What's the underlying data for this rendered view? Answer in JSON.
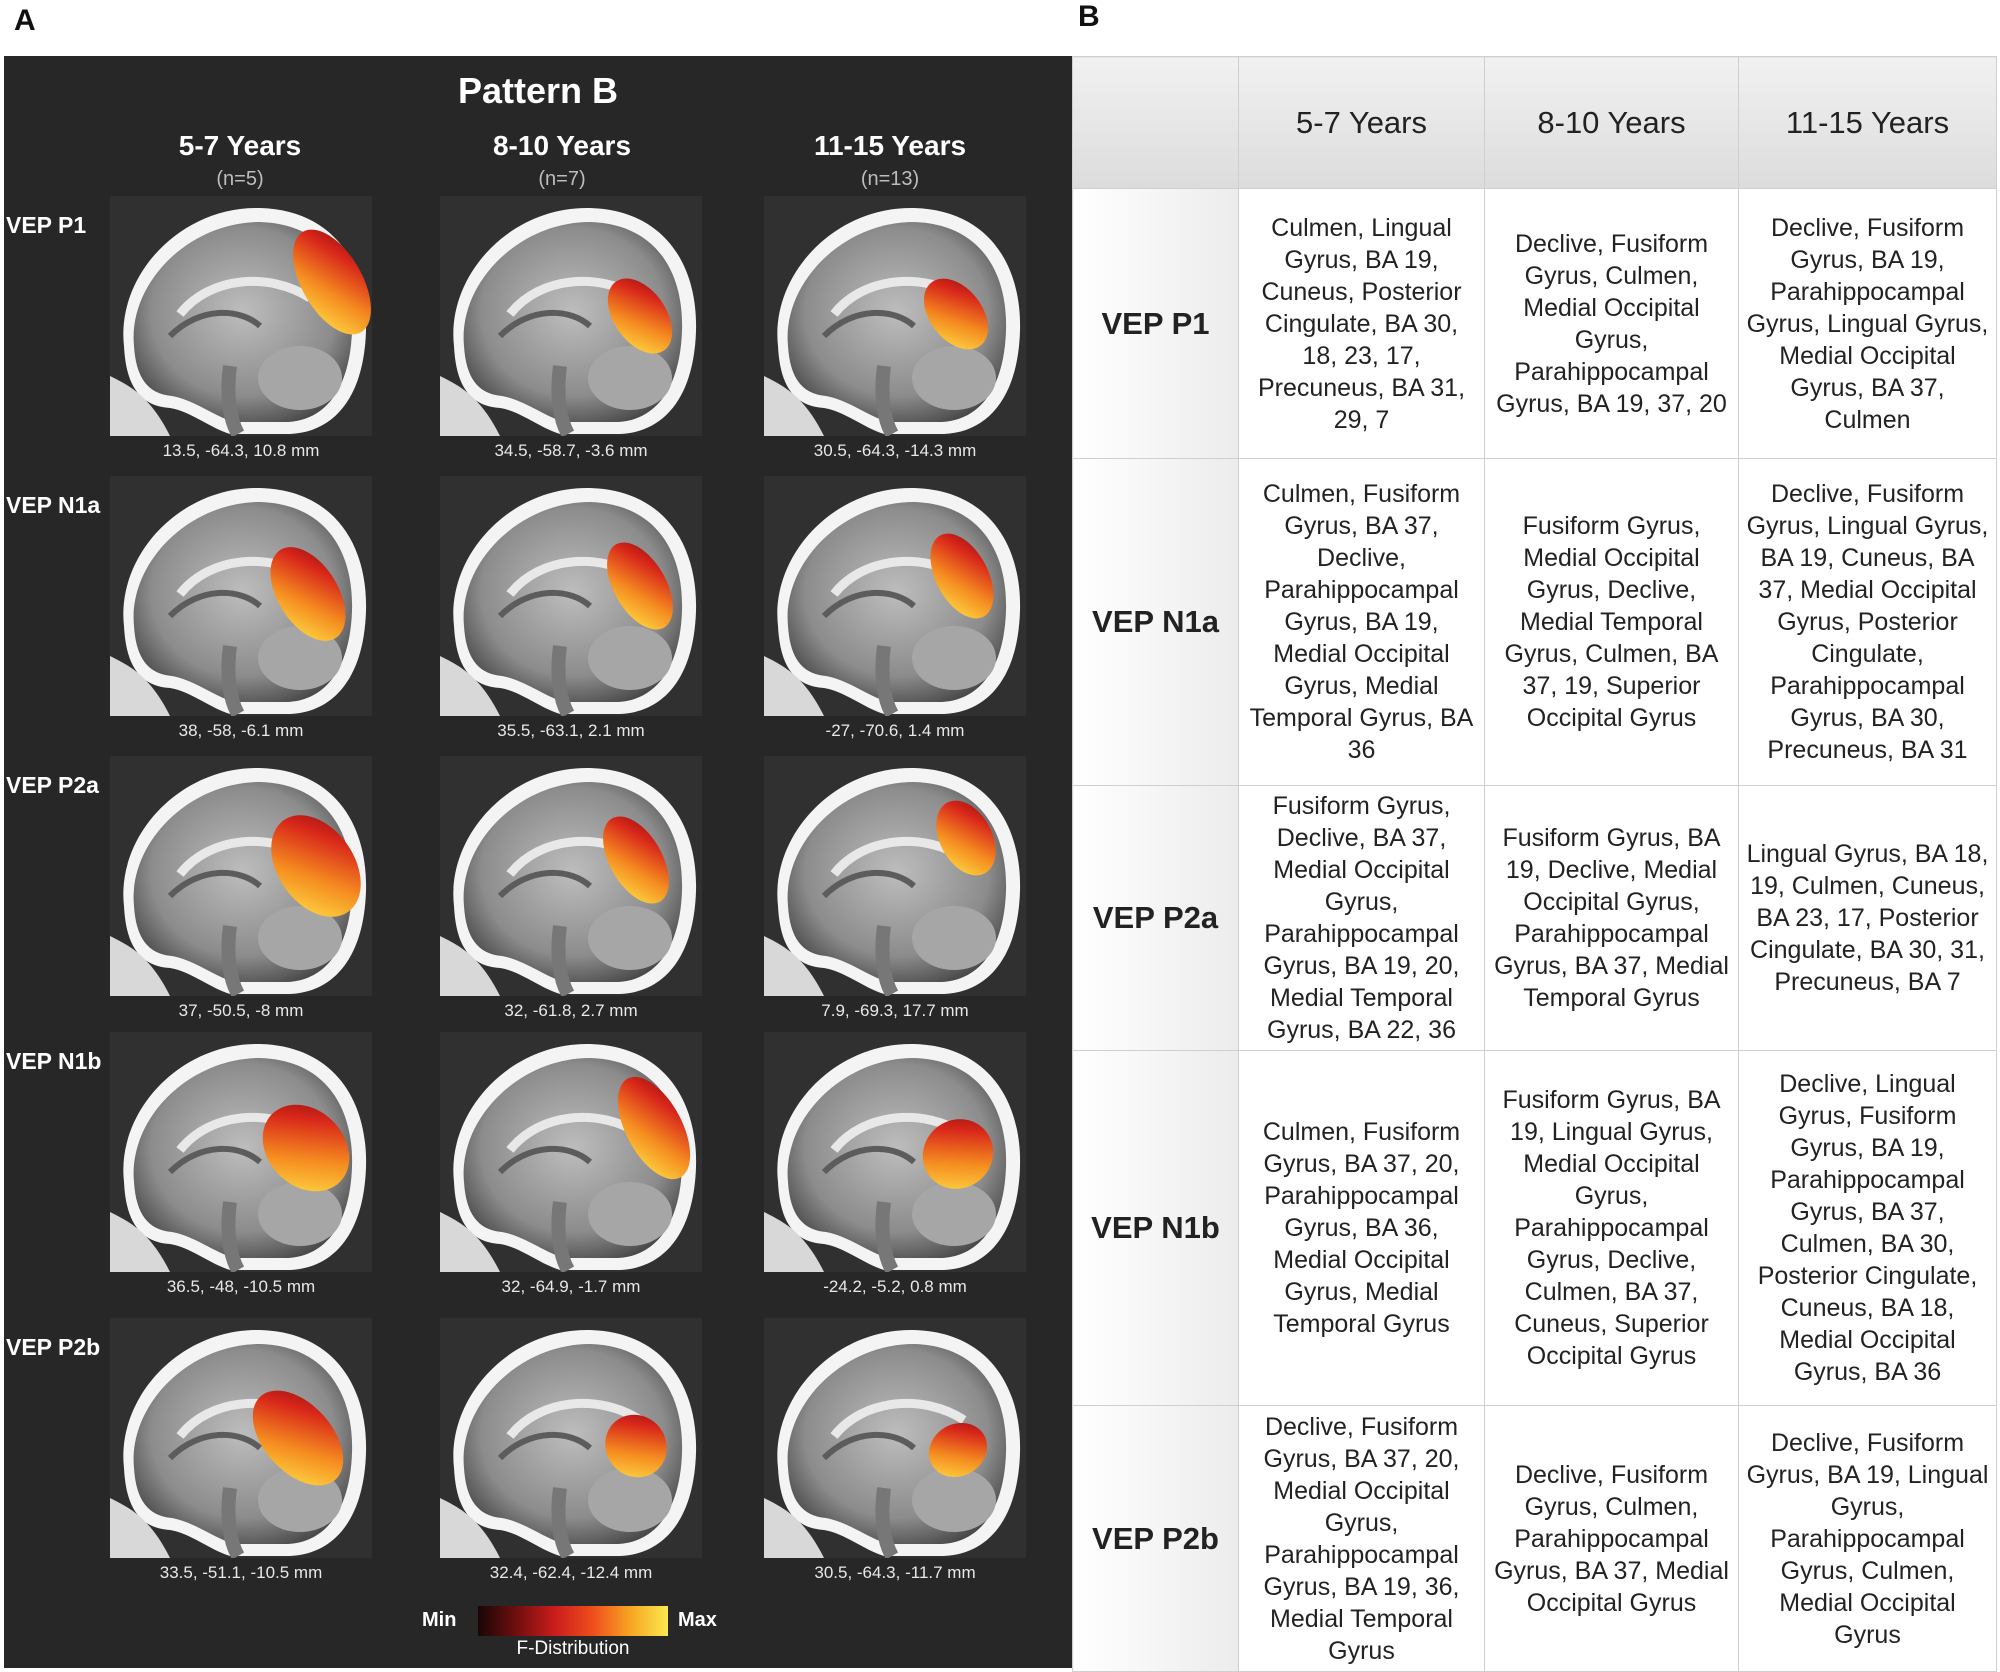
{
  "panel_a_label": "A",
  "panel_b_label": "B",
  "panel_a": {
    "title": "Pattern B",
    "age_groups": [
      {
        "label": "5-7 Years",
        "n": "(n=5)"
      },
      {
        "label": "8-10 Years",
        "n": "(n=7)"
      },
      {
        "label": "11-15 Years",
        "n": "(n=13)"
      }
    ],
    "rows": [
      {
        "label": "VEP P1",
        "coords": [
          "13.5, -64.3, 10.8 mm",
          "34.5, -58.7, -3.6 mm",
          "30.5, -64.3, -14.3 mm"
        ]
      },
      {
        "label": "VEP N1a",
        "coords": [
          "38, -58, -6.1 mm",
          "35.5, -63.1, 2.1 mm",
          "-27, -70.6, 1.4 mm"
        ]
      },
      {
        "label": "VEP P2a",
        "coords": [
          "37, -50.5, -8 mm",
          "32, -61.8, 2.7 mm",
          "7.9, -69.3, 17.7 mm"
        ]
      },
      {
        "label": "VEP N1b",
        "coords": [
          "36.5, -48, -10.5 mm",
          "32, -64.9, -1.7 mm",
          "-24.2, -5.2, 0.8 mm"
        ]
      },
      {
        "label": "VEP P2b",
        "coords": [
          "33.5, -51.1, -10.5 mm",
          "32.4, -62.4, -12.4 mm",
          "30.5, -64.3, -11.7 mm"
        ]
      }
    ],
    "colorbar": {
      "min": "Min",
      "max": "Max",
      "label": "F-Distribution"
    }
  },
  "panel_b": {
    "columns": [
      "5-7 Years",
      "8-10 Years",
      "11-15 Years"
    ],
    "rows": [
      {
        "label": "VEP P1",
        "cells": [
          "Culmen, Lingual Gyrus, BA 19, Cuneus, Posterior Cingulate, BA 30, 18, 23, 17, Precuneus, BA 31, 29, 7",
          "Declive, Fusiform Gyrus, Culmen, Medial Occipital Gyrus, Parahippocampal Gyrus, BA 19, 37, 20",
          "Declive, Fusiform Gyrus, BA 19, Parahippocampal Gyrus, Lingual Gyrus, Medial Occipital Gyrus, BA 37, Culmen"
        ]
      },
      {
        "label": "VEP N1a",
        "cells": [
          "Culmen, Fusiform Gyrus, BA 37, Declive, Parahippocampal Gyrus, BA 19, Medial Occipital Gyrus, Medial Temporal Gyrus, BA 36",
          "Fusiform Gyrus, Medial Occipital Gyrus, Declive, Medial Temporal Gyrus, Culmen, BA 37, 19, Superior Occipital Gyrus",
          "Declive, Fusiform Gyrus, Lingual Gyrus, BA 19, Cuneus, BA 37, Medial Occipital Gyrus, Posterior Cingulate, Parahippocampal Gyrus, BA 30, Precuneus, BA 31"
        ]
      },
      {
        "label": "VEP P2a",
        "cells": [
          "Fusiform Gyrus, Declive, BA 37, Medial Occipital Gyrus, Parahippocampal Gyrus, BA 19, 20, Medial Temporal Gyrus, BA 22, 36",
          "Fusiform Gyrus, BA 19, Declive, Medial Occipital Gyrus, Parahippocampal Gyrus, BA 37, Medial Temporal Gyrus",
          "Lingual Gyrus, BA 18, 19, Culmen, Cuneus, BA 23, 17, Posterior Cingulate, BA 30, 31, Precuneus, BA 7"
        ]
      },
      {
        "label": "VEP N1b",
        "cells": [
          "Culmen, Fusiform Gyrus, BA 37, 20, Parahippocampal Gyrus, BA 36, Medial Occipital Gyrus, Medial Temporal Gyrus",
          "Fusiform Gyrus, BA 19, Lingual Gyrus, Medial Occipital Gyrus, Parahippocampal Gyrus, Declive, Culmen, BA 37, Cuneus, Superior Occipital Gyrus",
          "Declive, Lingual Gyrus, Fusiform Gyrus, BA 19, Parahippocampal Gyrus, BA 37, Culmen, BA 30, Posterior Cingulate, Cuneus, BA 18, Medial Occipital Gyrus, BA 36"
        ]
      },
      {
        "label": "VEP P2b",
        "cells": [
          "Declive, Fusiform Gyrus, BA 37, 20, Medial Occipital Gyrus, Parahippocampal Gyrus, BA 19, 36, Medial Temporal Gyrus",
          "Declive, Fusiform Gyrus, Culmen, Parahippocampal Gyrus, BA 37, Medial Occipital Gyrus",
          "Declive, Fusiform Gyrus, BA 19, Lingual Gyrus, Parahippocampal Gyrus, Culmen, Medial Occipital Gyrus"
        ]
      }
    ]
  }
}
